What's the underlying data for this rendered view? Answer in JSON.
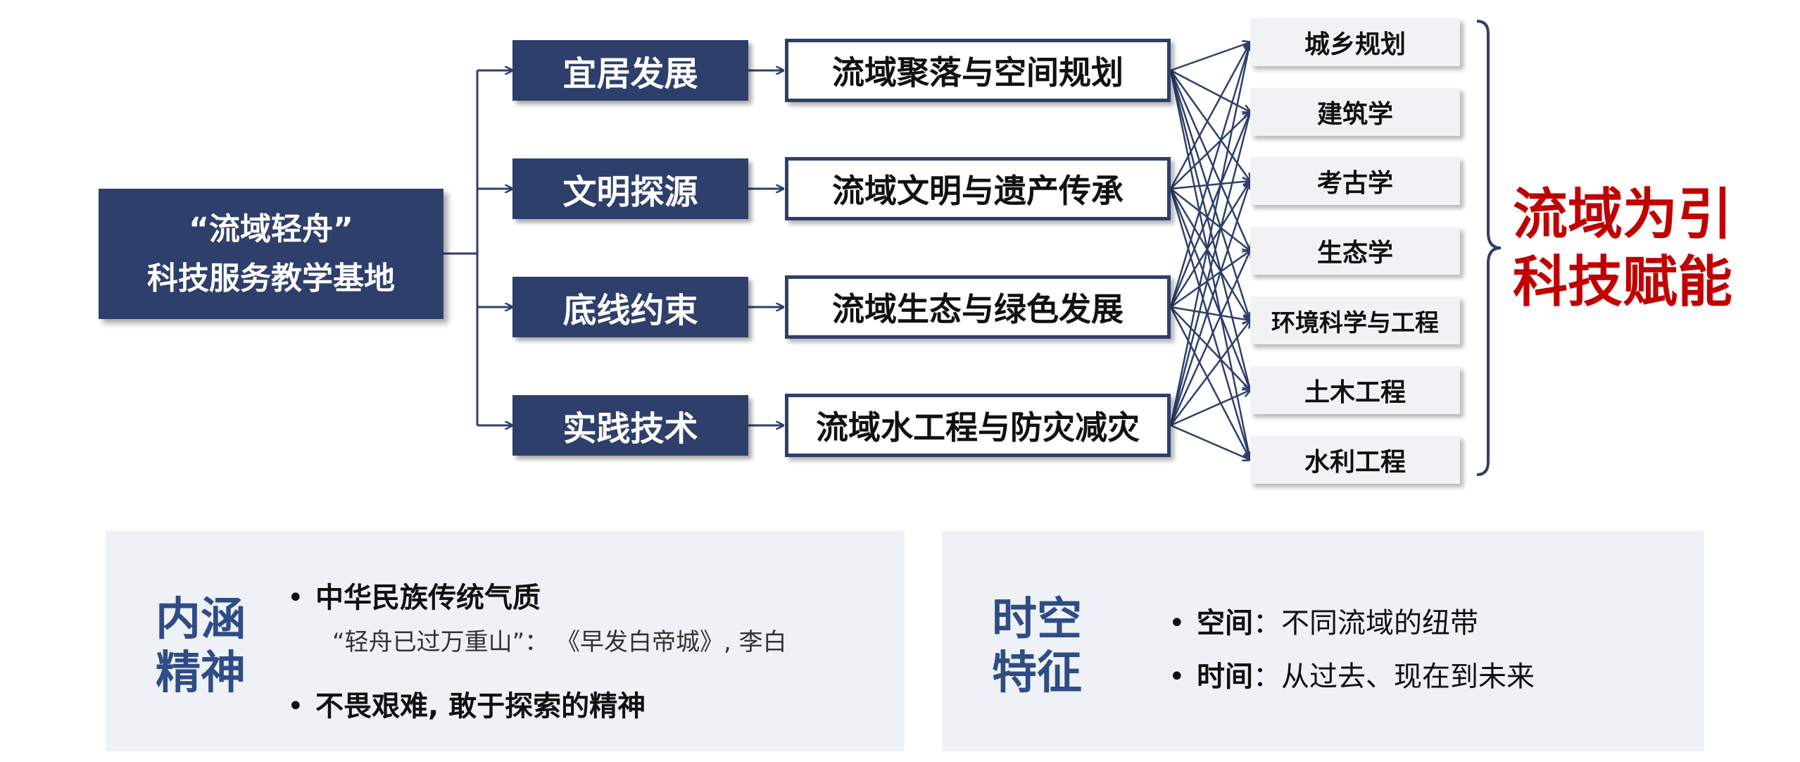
{
  "root": {
    "line1": "“流域轻舟”",
    "line2": "科技服务教学基地"
  },
  "categories": [
    "宜居发展",
    "文明探源",
    "底线约束",
    "实践技术"
  ],
  "fields": [
    "流域聚落与空间规划",
    "流域文明与遗产传承",
    "流域生态与绿色发展",
    "流域水工程与防灾减灾"
  ],
  "disciplines": [
    "城乡规划",
    "建筑学",
    "考古学",
    "生态学",
    "环境科学与工程",
    "土木工程",
    "水利工程"
  ],
  "slogan": {
    "line1": "流域为引",
    "line2": "科技赋能"
  },
  "panel_left": {
    "title_line1": "内涵",
    "title_line2": "精神",
    "bullet1": "中华民族传统气质",
    "bullet1_sub": "“轻舟已过万重山”： 《早发白帝城》, 李白",
    "bullet2": "不畏艰难, 敢于探索的精神"
  },
  "panel_right": {
    "title_line1": "时空",
    "title_line2": "特征",
    "bullet1_label": "空间",
    "bullet1_text": "：不同流域的纽带",
    "bullet2_label": "时间",
    "bullet2_text": "：从过去、现在到未来"
  },
  "colors": {
    "navy": "#2f3f6b",
    "red": "#c00000",
    "panel": "#eef1f5",
    "panel_title": "#2f4c85"
  }
}
